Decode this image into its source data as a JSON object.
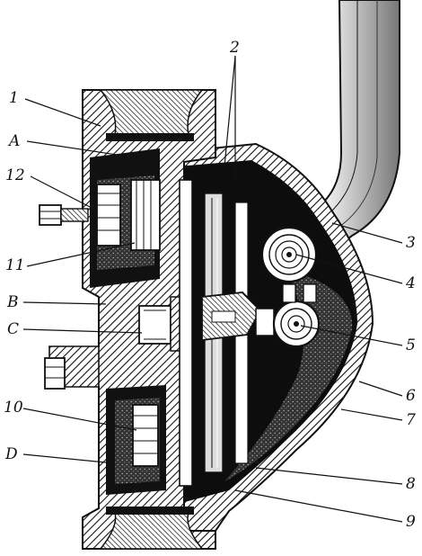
{
  "labels": {
    "l1": "1",
    "lA": "A",
    "l12": "12",
    "l11": "11",
    "lB": "B",
    "lC": "C",
    "l10": "10",
    "lD": "D",
    "l2": "2",
    "l3": "3",
    "l4": "4",
    "l5": "5",
    "l6": "6",
    "l7": "7",
    "l8": "8",
    "l9": "9"
  },
  "colors": {
    "ink": "#111111",
    "paper": "#ffffff",
    "mid": "#555555"
  }
}
